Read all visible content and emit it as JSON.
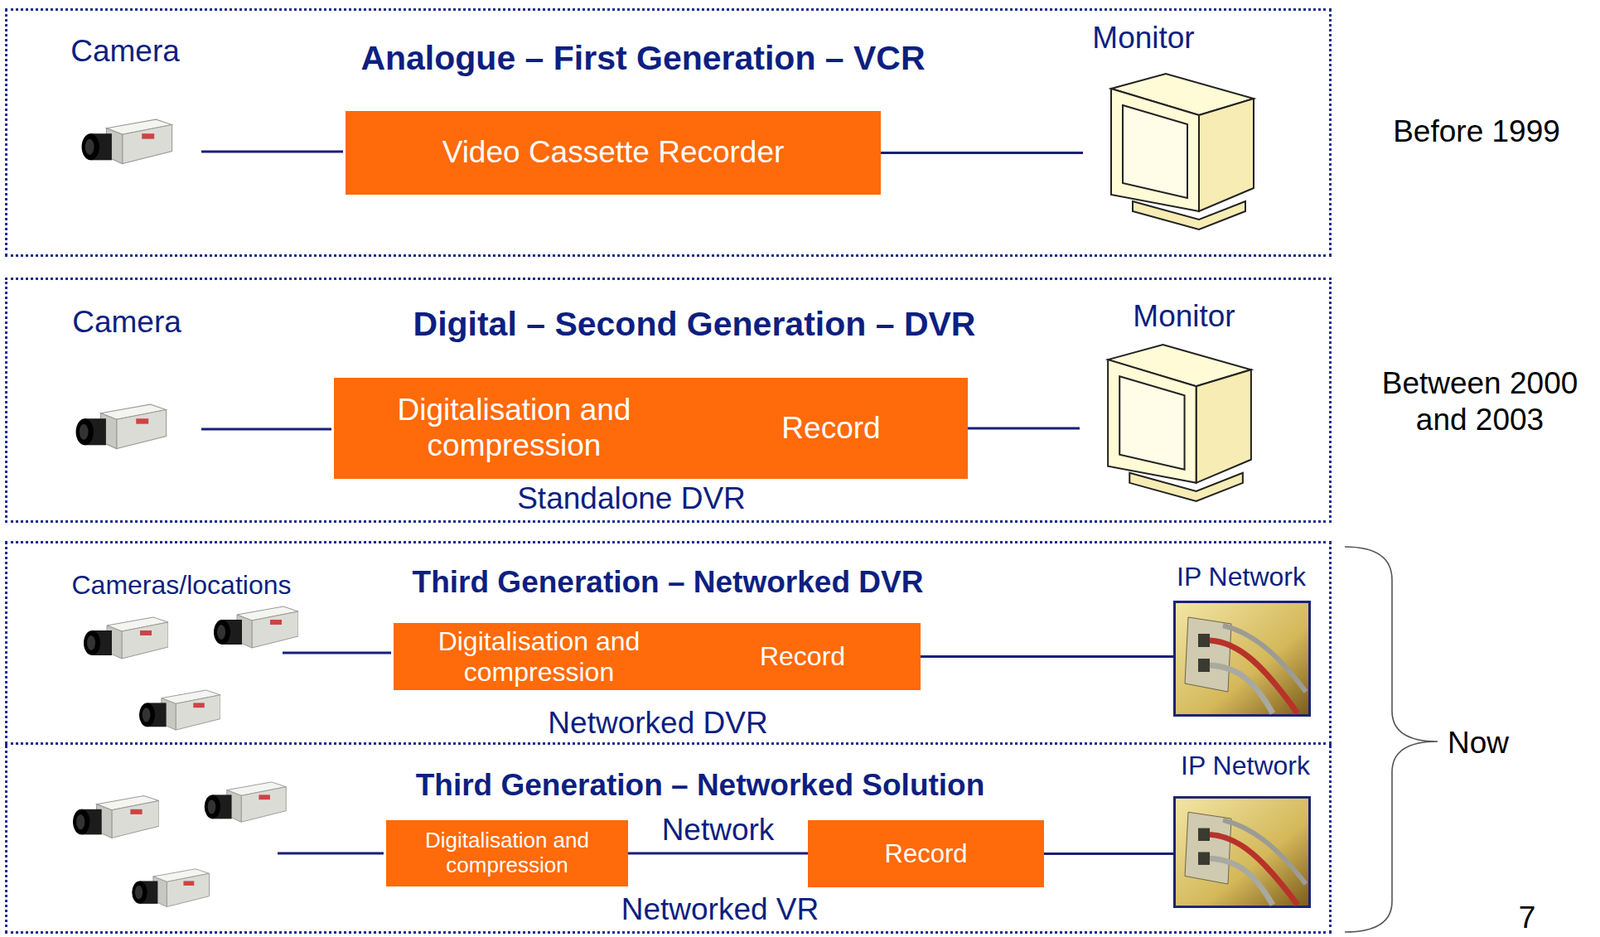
{
  "diagram": {
    "nodes": [
      {
        "text": [
          "Analogue – First Generation – VCR"
        ]
      },
      {
        "text": [
          "Video Cassette Recorder"
        ],
        "in": 0
      },
      {
        "text": [
          "Monitor"
        ],
        "in": 0
      },
      {
        "text": [
          "Digital – Second Generation – DVR"
        ]
      },
      {
        "text": [
          "Digitalisation and compression"
        ],
        "in": 3
      },
      {
        "text": [
          "Record"
        ],
        "in": 3
      },
      {
        "text": [
          "Monitor"
        ],
        "in": 3
      },
      {
        "text": [
          "Third Generation – Networked DVR"
        ]
      },
      {
        "text": [
          "Digitalisation and compression"
        ],
        "in": 7
      },
      {
        "text": [
          "Record"
        ],
        "in": 7
      },
      {
        "text": [
          "IP Network"
        ],
        "in": 7
      },
      {
        "text": [
          "Third Generation – Networked Solution"
        ]
      },
      {
        "text": [
          "Digitalisation and compression"
        ],
        "in": 11
      },
      {
        "text": [
          "Record"
        ],
        "in": 11
      },
      {
        "text": [
          "IP Network"
        ],
        "in": 11
      }
    ],
    "edges": [
      {
        "from": 1,
        "to": 2,
        "arrow": "none"
      },
      {
        "from": 5,
        "to": 6,
        "arrow": "none"
      },
      {
        "from": 9,
        "to": 10,
        "arrow": "none"
      },
      {
        "from": 12,
        "to": 13,
        "label": "Network",
        "arrow": "none"
      },
      {
        "from": 13,
        "to": 14,
        "arrow": "none"
      }
    ],
    "labels": [
      "Camera",
      "Camera",
      "Cameras/locations",
      "Standalone DVR",
      "Networked DVR",
      "Networked VR",
      "Before 1999",
      "Between 2000 and 2003",
      "Now",
      "7"
    ]
  }
}
